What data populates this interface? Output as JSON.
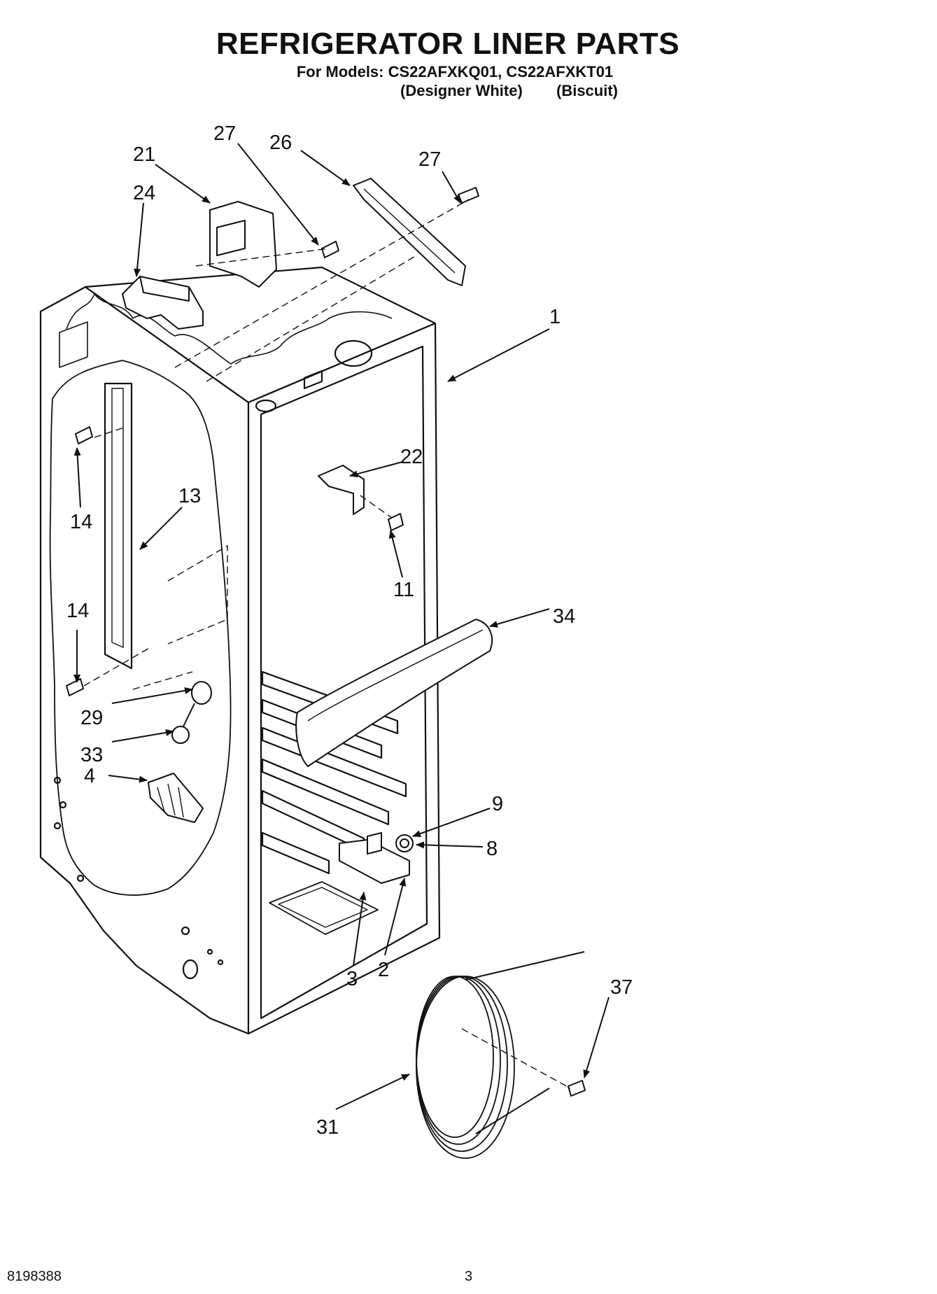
{
  "header": {
    "title": "REFRIGERATOR LINER PARTS",
    "models": "For Models: CS22AFXKQ01, CS22AFXKT01",
    "finish_1": "(Designer White)",
    "finish_2": "(Biscuit)"
  },
  "callouts": {
    "p1": "1",
    "p2": "2",
    "p3": "3",
    "p4": "4",
    "p8": "8",
    "p9": "9",
    "p11": "11",
    "p13": "13",
    "p14a": "14",
    "p14b": "14",
    "p21": "21",
    "p22": "22",
    "p24": "24",
    "p26": "26",
    "p27a": "27",
    "p27b": "27",
    "p29": "29",
    "p31": "31",
    "p33": "33",
    "p34": "34",
    "p37": "37"
  },
  "footer": {
    "doc_number": "8198388",
    "page_number": "3"
  }
}
